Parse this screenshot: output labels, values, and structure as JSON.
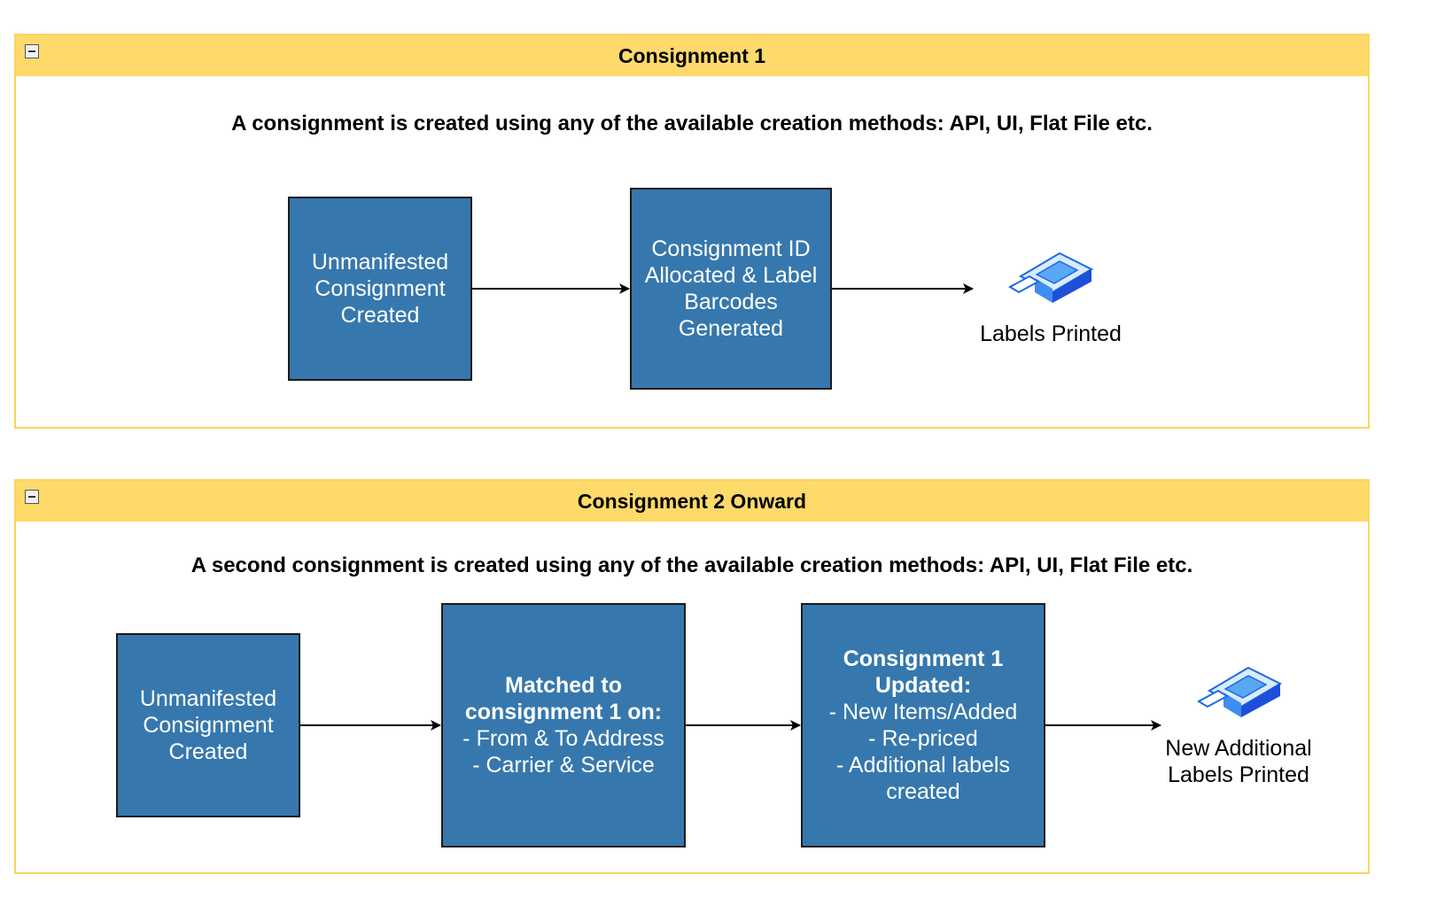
{
  "panel1": {
    "title": "Consignment 1",
    "description": "A consignment is created using any of the available creation methods: API, UI, Flat File etc.",
    "box1": {
      "lines": [
        "Unmanifested",
        "Consignment",
        "Created"
      ]
    },
    "box2": {
      "lines": [
        "Consignment ID",
        "Allocated & Label",
        "Barcodes",
        "Generated"
      ]
    },
    "output": {
      "icon": "label-printer-icon",
      "lines": [
        "Labels Printed"
      ]
    }
  },
  "panel2": {
    "title": "Consignment 2 Onward",
    "description": "A second consignment is created using any of the available creation methods: API, UI, Flat File etc.",
    "box1": {
      "lines": [
        "Unmanifested",
        "Consignment",
        "Created"
      ]
    },
    "box2": {
      "bold_lines": [
        "Matched to",
        "consignment 1 on:"
      ],
      "lines": [
        "- From & To Address",
        "- Carrier & Service"
      ]
    },
    "box3": {
      "bold_lines": [
        "Consignment 1",
        "Updated:"
      ],
      "lines": [
        "- New Items/Added",
        "- Re-priced",
        "- Additional labels",
        "created"
      ]
    },
    "output": {
      "icon": "label-printer-icon",
      "lines": [
        "New Additional",
        "Labels Printed"
      ]
    }
  },
  "colors": {
    "header": "#fdda6a",
    "border": "#fcd560",
    "box_fill": "#3678ad",
    "box_border": "#1a1a1a"
  }
}
